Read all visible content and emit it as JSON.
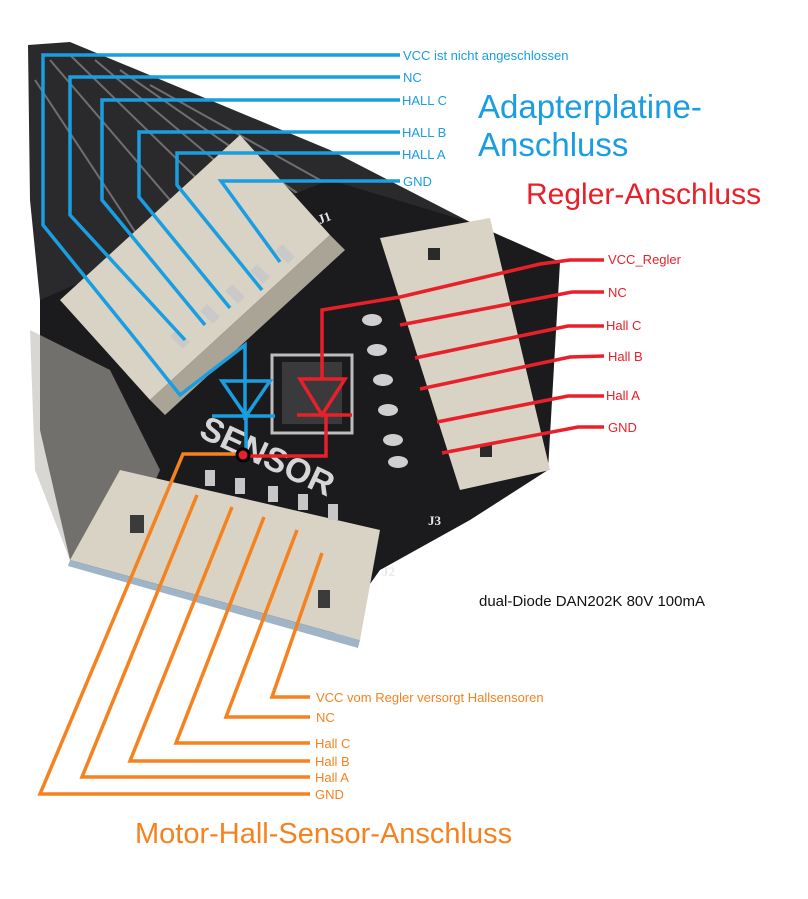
{
  "diagram": {
    "colors": {
      "adapter": "#1a9ee0",
      "regler": "#e8202a",
      "motor": "#f5821f",
      "board": "#1b1b1d",
      "connector": "#d8d3c4",
      "junction_fill": "#e8202a",
      "junction_ring": "#000000"
    },
    "adapter_connector": {
      "title_line1": "Adapterplatine-",
      "title_line2": "Anschluss",
      "silkscreen": "J1",
      "pins": [
        {
          "label": "VCC ist nicht angeschlossen"
        },
        {
          "label": "NC"
        },
        {
          "label": "HALL C"
        },
        {
          "label": "HALL B"
        },
        {
          "label": "HALL A"
        },
        {
          "label": "GND"
        }
      ]
    },
    "regler_connector": {
      "title": "Regler-Anschluss",
      "silkscreen": "J3",
      "pins": [
        {
          "label": "VCC_Regler"
        },
        {
          "label": "NC"
        },
        {
          "label": "Hall C"
        },
        {
          "label": "Hall B"
        },
        {
          "label": "Hall A"
        },
        {
          "label": "GND"
        }
      ]
    },
    "motor_connector": {
      "title": "Motor-Hall-Sensor-Anschluss",
      "silkscreen": "J2",
      "pins": [
        {
          "label": "VCC vom Regler versorgt Hallsensoren"
        },
        {
          "label": "NC"
        },
        {
          "label": "Hall C"
        },
        {
          "label": "Hall B"
        },
        {
          "label": "Hall A"
        },
        {
          "label": "GND"
        }
      ]
    },
    "board_text": "SENSOR",
    "diode_note": "dual-Diode DAN202K 80V 100mA"
  }
}
